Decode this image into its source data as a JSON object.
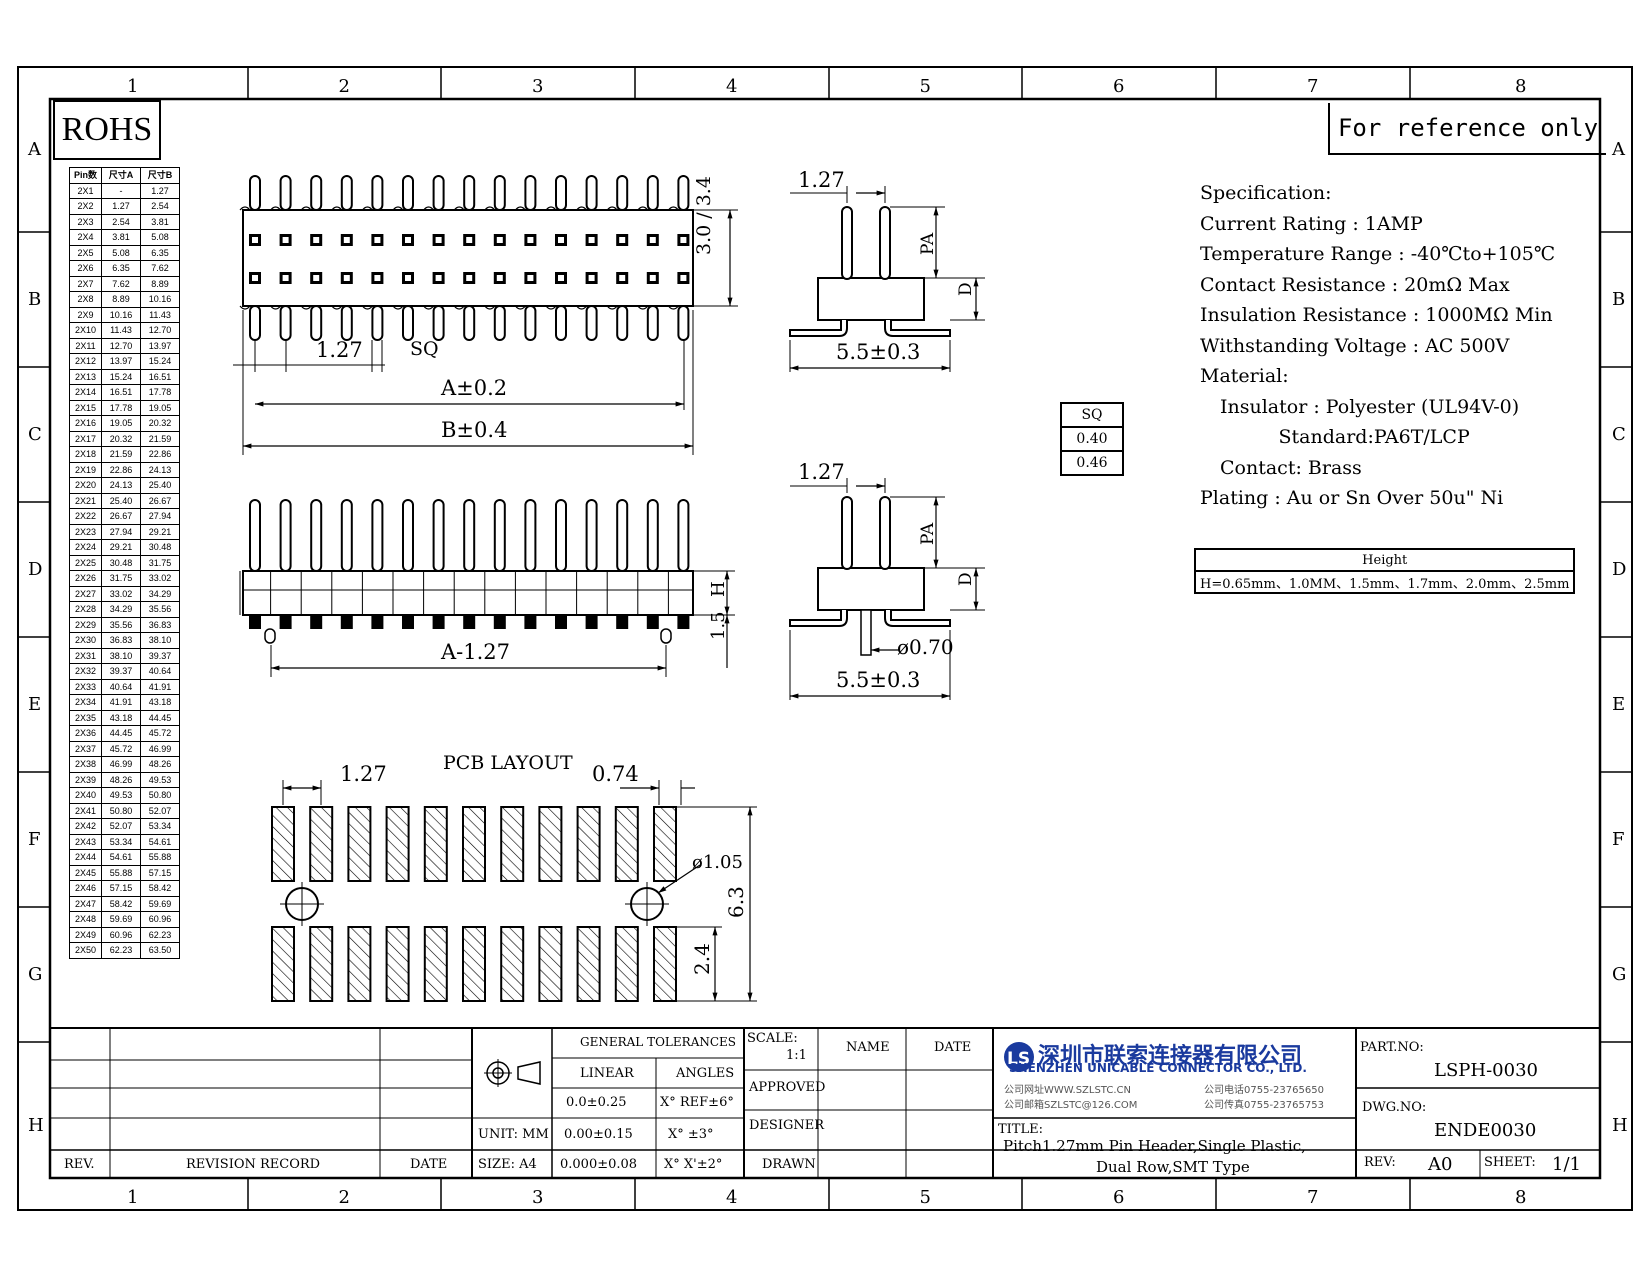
{
  "frame": {
    "cols": [
      "1",
      "2",
      "3",
      "4",
      "5",
      "6",
      "7",
      "8"
    ],
    "rows": [
      "A",
      "B",
      "C",
      "D",
      "E",
      "F",
      "G",
      "H"
    ]
  },
  "rohs": "ROHS",
  "reference": "For reference only",
  "pin_table": {
    "headers": [
      "Pin数",
      "尺寸A",
      "尺寸B"
    ],
    "rows": [
      [
        "2X1",
        "-",
        "1.27"
      ],
      [
        "2X2",
        "1.27",
        "2.54"
      ],
      [
        "2X3",
        "2.54",
        "3.81"
      ],
      [
        "2X4",
        "3.81",
        "5.08"
      ],
      [
        "2X5",
        "5.08",
        "6.35"
      ],
      [
        "2X6",
        "6.35",
        "7.62"
      ],
      [
        "2X7",
        "7.62",
        "8.89"
      ],
      [
        "2X8",
        "8.89",
        "10.16"
      ],
      [
        "2X9",
        "10.16",
        "11.43"
      ],
      [
        "2X10",
        "11.43",
        "12.70"
      ],
      [
        "2X11",
        "12.70",
        "13.97"
      ],
      [
        "2X12",
        "13.97",
        "15.24"
      ],
      [
        "2X13",
        "15.24",
        "16.51"
      ],
      [
        "2X14",
        "16.51",
        "17.78"
      ],
      [
        "2X15",
        "17.78",
        "19.05"
      ],
      [
        "2X16",
        "19.05",
        "20.32"
      ],
      [
        "2X17",
        "20.32",
        "21.59"
      ],
      [
        "2X18",
        "21.59",
        "22.86"
      ],
      [
        "2X19",
        "22.86",
        "24.13"
      ],
      [
        "2X20",
        "24.13",
        "25.40"
      ],
      [
        "2X21",
        "25.40",
        "26.67"
      ],
      [
        "2X22",
        "26.67",
        "27.94"
      ],
      [
        "2X23",
        "27.94",
        "29.21"
      ],
      [
        "2X24",
        "29.21",
        "30.48"
      ],
      [
        "2X25",
        "30.48",
        "31.75"
      ],
      [
        "2X26",
        "31.75",
        "33.02"
      ],
      [
        "2X27",
        "33.02",
        "34.29"
      ],
      [
        "2X28",
        "34.29",
        "35.56"
      ],
      [
        "2X29",
        "35.56",
        "36.83"
      ],
      [
        "2X30",
        "36.83",
        "38.10"
      ],
      [
        "2X31",
        "38.10",
        "39.37"
      ],
      [
        "2X32",
        "39.37",
        "40.64"
      ],
      [
        "2X33",
        "40.64",
        "41.91"
      ],
      [
        "2X34",
        "41.91",
        "43.18"
      ],
      [
        "2X35",
        "43.18",
        "44.45"
      ],
      [
        "2X36",
        "44.45",
        "45.72"
      ],
      [
        "2X37",
        "45.72",
        "46.99"
      ],
      [
        "2X38",
        "46.99",
        "48.26"
      ],
      [
        "2X39",
        "48.26",
        "49.53"
      ],
      [
        "2X40",
        "49.53",
        "50.80"
      ],
      [
        "2X41",
        "50.80",
        "52.07"
      ],
      [
        "2X42",
        "52.07",
        "53.34"
      ],
      [
        "2X43",
        "53.34",
        "54.61"
      ],
      [
        "2X44",
        "54.61",
        "55.88"
      ],
      [
        "2X45",
        "55.88",
        "57.15"
      ],
      [
        "2X46",
        "57.15",
        "58.42"
      ],
      [
        "2X47",
        "58.42",
        "59.69"
      ],
      [
        "2X48",
        "59.69",
        "60.96"
      ],
      [
        "2X49",
        "60.96",
        "62.23"
      ],
      [
        "2X50",
        "62.23",
        "63.50"
      ]
    ]
  },
  "dims": {
    "pitch": "1.27",
    "sq": "SQ",
    "a": "A±0.2",
    "b": "B±0.4",
    "h1": "3.0 / 3.4",
    "side_pitch": "1.27",
    "pa": "PA",
    "d": "D",
    "width": "5.5±0.3",
    "h": "H",
    "h2": "1.5",
    "a2": "A-1.27",
    "dia": "ø0.70",
    "pcb_title": "PCB LAYOUT",
    "pcb_pitch": "1.27",
    "pcb_pad": "0.74",
    "pcb_hole": "ø1.05",
    "pcb_h": "6.3",
    "pcb_pad_h": "2.4"
  },
  "sq_table": {
    "header": "SQ",
    "values": [
      "0.40",
      "0.46"
    ]
  },
  "spec": {
    "lines": [
      "Specification:",
      "Current Rating : 1AMP",
      "Temperature Range : -40℃to+105℃",
      "Contact Resistance : 20mΩ Max",
      "Insulation Resistance : 1000MΩ Min",
      "Withstanding Voltage : AC 500V",
      "Material:",
      "  Insulator : Polyester (UL94V-0)",
      "             Standard:PA6T/LCP",
      "  Contact: Brass",
      "Plating : Au or Sn Over 50u\" Ni"
    ]
  },
  "height_table": {
    "header": "Height",
    "value": "H=0.65mm、1.0MM、1.5mm、1.7mm、2.0mm、2.5mm"
  },
  "title_block": {
    "rev_label": "REV.",
    "revision_record": "REVISION RECORD",
    "date_label": "DATE",
    "general_tolerances": "GENERAL TOLERANCES",
    "linear": "LINEAR",
    "angles": "ANGLES",
    "tol_rows": [
      [
        "0.0±0.25",
        "X° REF±6°"
      ],
      [
        "0.00±0.15",
        "X° ±3°"
      ],
      [
        "0.000±0.08",
        "X° X'±2°"
      ]
    ],
    "unit": "UNIT: MM",
    "size": "SIZE: A4",
    "scale_label": "SCALE:",
    "scale": "1:1",
    "name": "NAME",
    "date": "DATE",
    "approved": "APPROVED",
    "designer": "DESIGNER",
    "drawn": "DRAWN",
    "company_cn": "深圳市联索连接器有限公司",
    "company_en": "SHENZHEN UNICABLE CONNECTOR CO., LTD.",
    "web": "公司网址WWW.SZLSTC.CN",
    "tel": "公司电话0755-23765650",
    "mail": "公司邮箱SZLSTC@126.COM",
    "fax": "公司传真0755-23765753",
    "title_label": "TITLE:",
    "title1": "Pitch1.27mm Pin Header,Single Plastic,",
    "title2": "Dual Row,SMT Type",
    "part_label": "PART.NO:",
    "part": "LSPH-0030",
    "dwg_label": "DWG.NO:",
    "dwg": "ENDE0030",
    "rev_no_label": "REV:",
    "rev_no": "A0",
    "sheet_label": "SHEET:",
    "sheet": "1/1"
  }
}
